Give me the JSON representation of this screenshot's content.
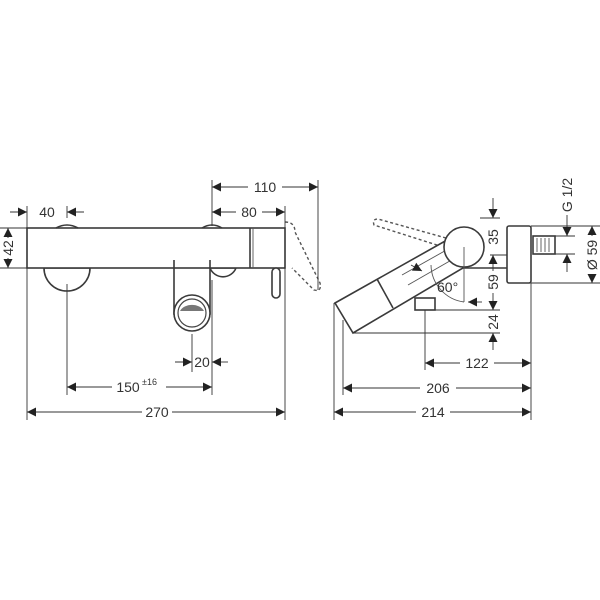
{
  "title": "Bath mixer dimension drawing",
  "front_view": {
    "dims": {
      "d40": "40",
      "d42": "42",
      "d110": "110",
      "d80": "80",
      "d20": "20",
      "d150": "150",
      "d150_tol": "±16",
      "d270": "270"
    }
  },
  "side_view": {
    "dims": {
      "d35": "35",
      "d59v": "59",
      "d24": "24",
      "angle": "60°",
      "thread": "G 1/2",
      "dia59": "Ø 59",
      "d122": "122",
      "d206": "206",
      "d214": "214"
    }
  },
  "colors": {
    "line": "#3a3a3a",
    "background": "#ffffff"
  }
}
